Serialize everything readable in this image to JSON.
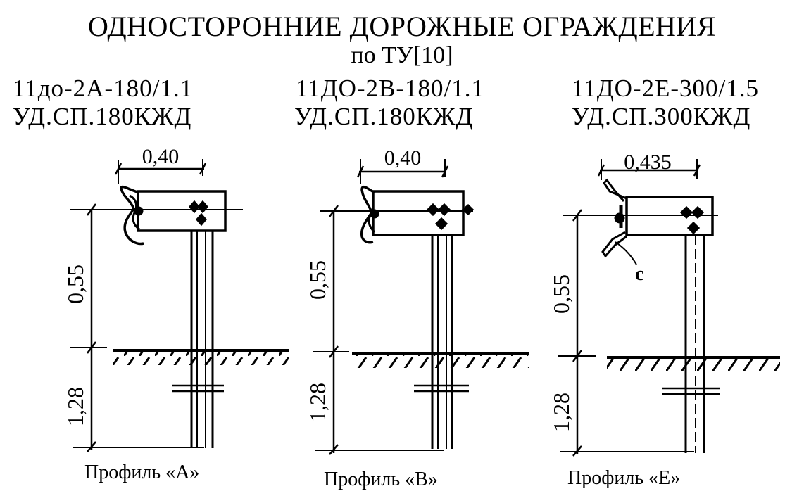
{
  "title": "ОДНОСТОРОННИЕ ДОРОЖНЫЕ ОГРАЖДЕНИЯ",
  "subtitle": "по ТУ[10]",
  "profiles": [
    {
      "code1": "11до-2А-180/1.1",
      "code2": "УД.СП.180КЖД",
      "width_label": "0,40",
      "height_label": "0,55",
      "depth_label": "1,28",
      "caption": "Профиль «А»"
    },
    {
      "code1": "11ДО-2В-180/1.1",
      "code2": "УД.СП.180КЖД",
      "width_label": "0,40",
      "height_label": "0,55",
      "depth_label": "1,28",
      "caption": "Профиль «В»"
    },
    {
      "code1": "11ДО-2Е-300/1.5",
      "code2": "УД.СП.300КЖД",
      "width_label": "0,435",
      "height_label": "0,55",
      "depth_label": "1,28",
      "caption": "Профиль «Е»",
      "extra_label": "с"
    }
  ]
}
